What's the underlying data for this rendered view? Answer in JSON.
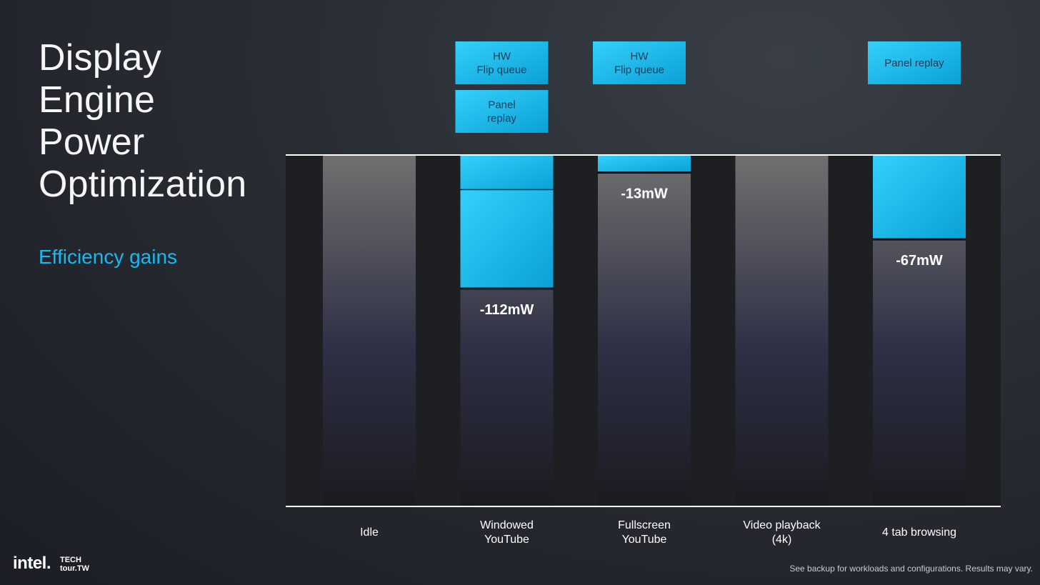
{
  "slide": {
    "title": "Display\nEngine\nPower\nOptimization",
    "subtitle": "Efficiency gains",
    "footnote": "See backup for workloads and configurations. Results may vary.",
    "logo_text": "intel.",
    "event_logo_text": "TECH\ntour.TW"
  },
  "chart_data": {
    "type": "bar",
    "title": "",
    "xlabel": "",
    "ylabel": "",
    "categories": [
      "Idle",
      "Windowed\nYouTube",
      "Fullscreen\nYouTube",
      "Video playback\n(4k)",
      "4 tab browsing"
    ],
    "ylim": [
      0,
      100
    ],
    "baseline_values": [
      100,
      100,
      100,
      100,
      100
    ],
    "savings_segments": [
      [],
      [
        {
          "label": "HW\nFlip queue",
          "value": 10
        },
        {
          "label": "Panel\nreplay",
          "value": 28
        }
      ],
      [
        {
          "label": "HW\nFlip queue",
          "value": 5
        }
      ],
      [],
      [
        {
          "label": "Panel replay",
          "value": 24
        }
      ]
    ],
    "savings_labels": [
      "",
      "-112mW",
      "-13mW",
      "",
      "-67mW"
    ],
    "grid": false,
    "colors": {
      "savings": "#19c3f5",
      "savings_dark": "#0aa0d6",
      "bar_top": "#707070",
      "bar_mid": "#2e3045",
      "bar_bottom": "#1a1b20",
      "track": "#1d1f23",
      "axis_line": "#ffffff"
    }
  }
}
